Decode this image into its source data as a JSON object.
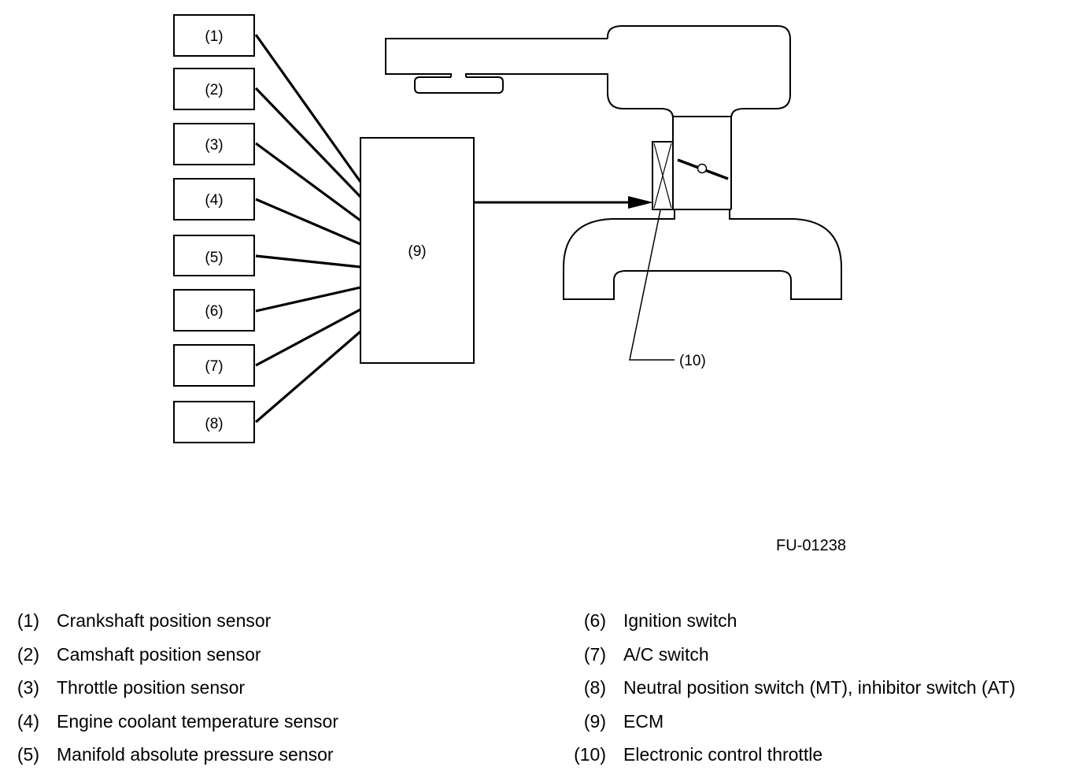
{
  "figure_code": "FU-01238",
  "diagram": {
    "inputs": [
      {
        "id": "1",
        "label": "(1)"
      },
      {
        "id": "2",
        "label": "(2)"
      },
      {
        "id": "3",
        "label": "(3)"
      },
      {
        "id": "4",
        "label": "(4)"
      },
      {
        "id": "5",
        "label": "(5)"
      },
      {
        "id": "6",
        "label": "(6)"
      },
      {
        "id": "7",
        "label": "(7)"
      },
      {
        "id": "8",
        "label": "(8)"
      }
    ],
    "ecm_label": "(9)",
    "throttle_label": "(10)",
    "connections": [
      {
        "from": "1",
        "to": "9"
      },
      {
        "from": "2",
        "to": "9"
      },
      {
        "from": "3",
        "to": "9"
      },
      {
        "from": "4",
        "to": "9"
      },
      {
        "from": "5",
        "to": "9"
      },
      {
        "from": "6",
        "to": "9"
      },
      {
        "from": "7",
        "to": "9"
      },
      {
        "from": "8",
        "to": "9"
      },
      {
        "from": "9",
        "to": "10",
        "arrow": true
      }
    ]
  },
  "legend": {
    "left": [
      {
        "num": "(1)",
        "text": "Crankshaft position sensor"
      },
      {
        "num": "(2)",
        "text": "Camshaft position sensor"
      },
      {
        "num": "(3)",
        "text": "Throttle position sensor"
      },
      {
        "num": "(4)",
        "text": "Engine coolant temperature sensor"
      },
      {
        "num": "(5)",
        "text": "Manifold absolute pressure sensor"
      }
    ],
    "right": [
      {
        "num": "(6)",
        "text": "Ignition switch"
      },
      {
        "num": "(7)",
        "text": "A/C switch"
      },
      {
        "num": "(8)",
        "text": "Neutral position switch (MT), inhibitor switch (AT)"
      },
      {
        "num": "(9)",
        "text": "ECM"
      },
      {
        "num": "(10)",
        "text": "Electronic control throttle"
      }
    ]
  }
}
